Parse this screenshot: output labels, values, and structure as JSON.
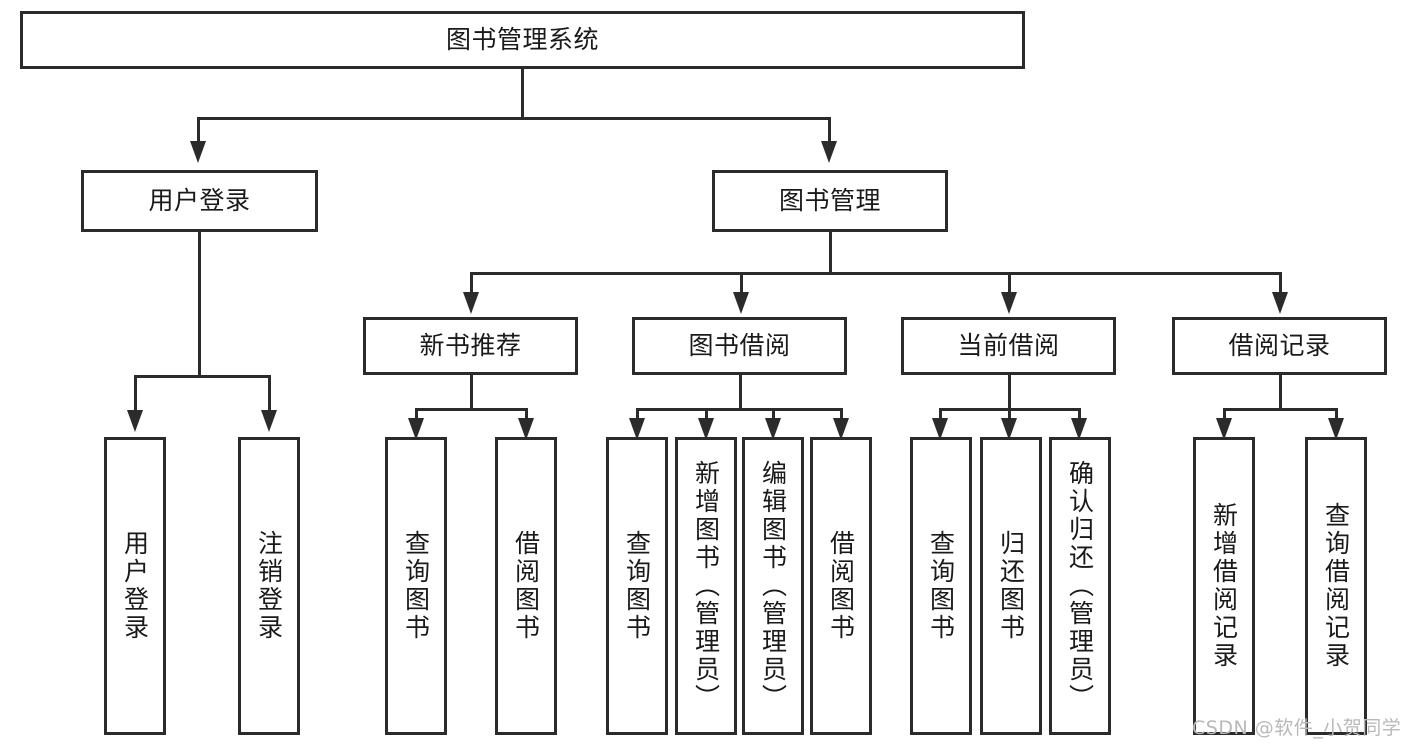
{
  "diagram": {
    "title_node": "图书管理系统",
    "level2": [
      {
        "id": "user-login",
        "label": "用户登录"
      },
      {
        "id": "book-management",
        "label": "图书管理"
      }
    ],
    "level3": [
      {
        "id": "new-book-recommend",
        "label": "新书推荐"
      },
      {
        "id": "book-borrow",
        "label": "图书借阅"
      },
      {
        "id": "current-borrow",
        "label": "当前借阅"
      },
      {
        "id": "borrow-record",
        "label": "借阅记录"
      }
    ],
    "leaves": {
      "user_login": [
        {
          "id": "leaf-user-login",
          "label": "用户登录"
        },
        {
          "id": "leaf-logout-login",
          "label": "注销登录"
        }
      ],
      "new_book_recommend": [
        {
          "id": "leaf-query-book-1",
          "label": "查询图书"
        },
        {
          "id": "leaf-borrow-book-1",
          "label": "借阅图书"
        }
      ],
      "book_borrow": [
        {
          "id": "leaf-query-book-2",
          "label": "查询图书"
        },
        {
          "id": "leaf-add-book",
          "label": "新增图书（管理员）"
        },
        {
          "id": "leaf-edit-book",
          "label": "编辑图书（管理员）"
        },
        {
          "id": "leaf-borrow-book-2",
          "label": "借阅图书"
        }
      ],
      "current_borrow": [
        {
          "id": "leaf-query-book-3",
          "label": "查询图书"
        },
        {
          "id": "leaf-return-book",
          "label": "归还图书"
        },
        {
          "id": "leaf-confirm-return",
          "label": "确认归还（管理员）"
        }
      ],
      "borrow_record": [
        {
          "id": "leaf-add-record",
          "label": "新增借阅记录"
        },
        {
          "id": "leaf-query-record",
          "label": "查询借阅记录"
        }
      ]
    },
    "watermark": "CSDN @软件_小贺同学",
    "colors": {
      "stroke": "#2b2b2b",
      "fill": "#ffffff",
      "text": "#1a1a1a",
      "watermark": "#b9b9b9"
    }
  }
}
